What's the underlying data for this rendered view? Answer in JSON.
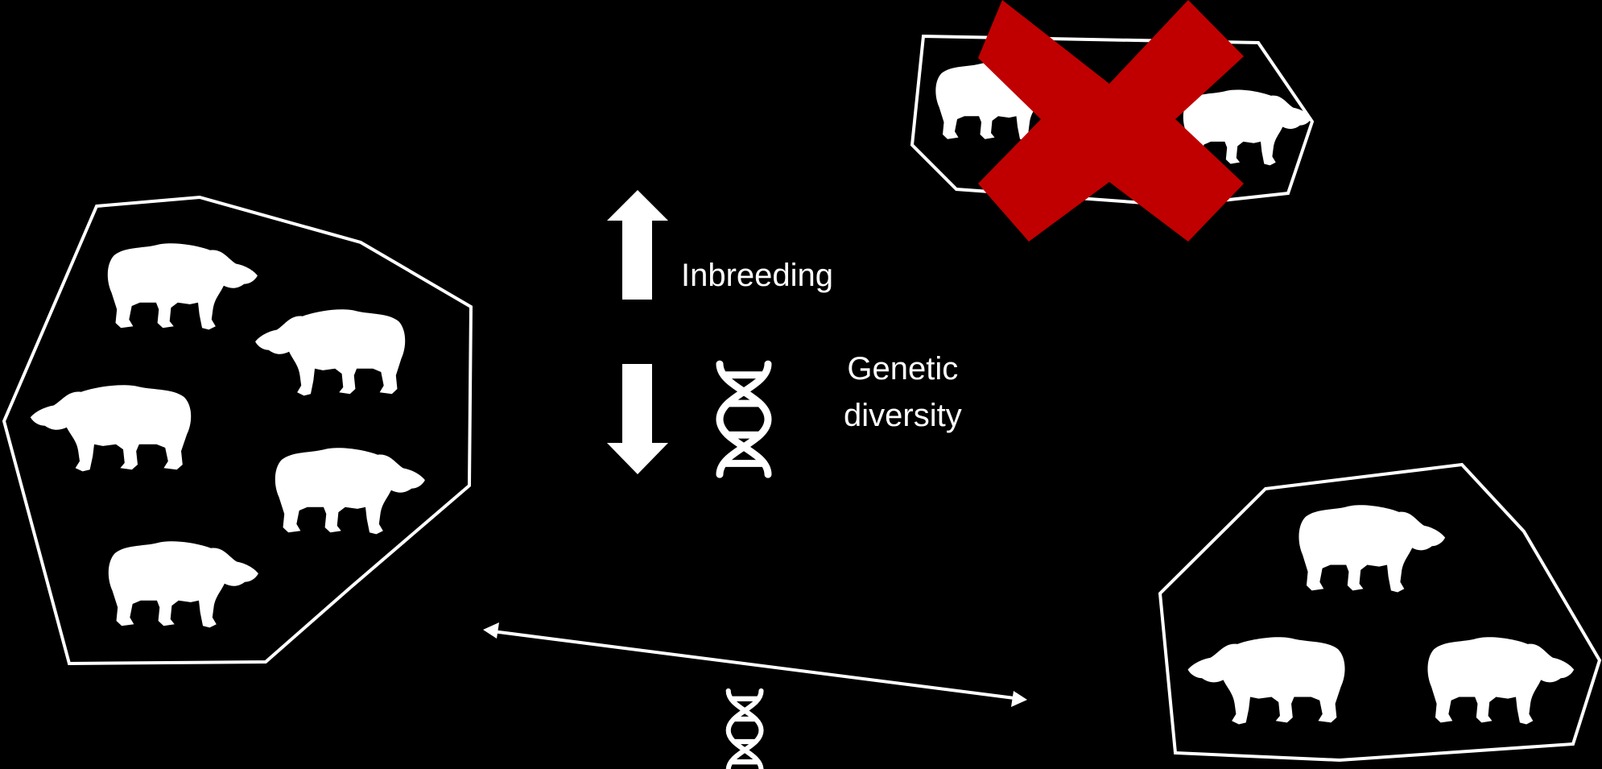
{
  "labels": {
    "inbreeding": "Inbreeding",
    "genetic_diversity_line1": "Genetic",
    "genetic_diversity_line2": "diversity"
  },
  "colors": {
    "background": "#000000",
    "foreground": "#ffffff",
    "cross": "#c00000"
  },
  "icons": {
    "bear": "bear-icon",
    "dna": "dna-icon",
    "up_arrow": "arrow-up-icon",
    "down_arrow": "arrow-down-icon",
    "cross": "cross-icon",
    "gene_flow": "double-arrow-icon"
  }
}
